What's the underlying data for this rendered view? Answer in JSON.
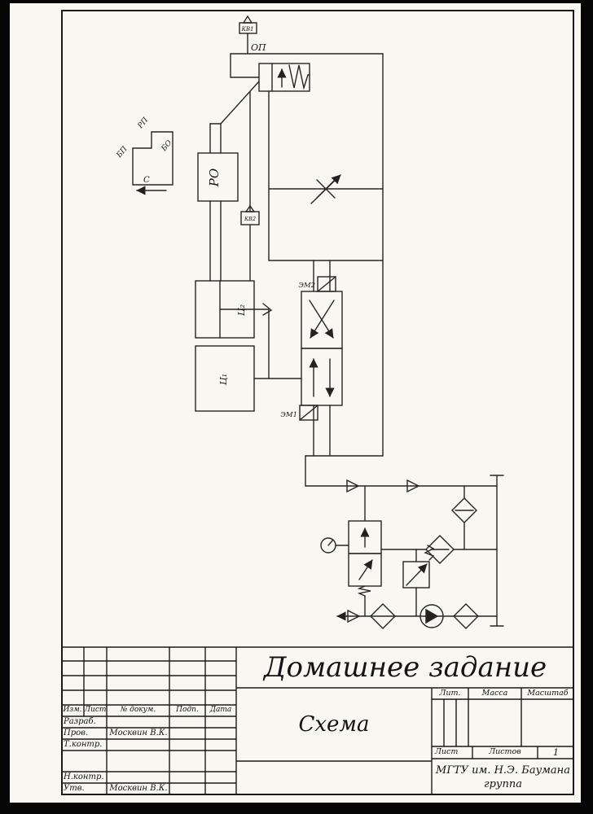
{
  "schematic": {
    "labels": {
      "kv1": "КВ1",
      "op": "ОП",
      "ro": "РО",
      "kv2": "КВ2",
      "c2": "Ц₂",
      "c1": "Ц₁",
      "em2": "ЭМ2",
      "em1": "ЭМ1",
      "bp": "БП",
      "rp": "РП",
      "bo": "БО",
      "s": "С"
    }
  },
  "title_block": {
    "title": "Домашнее задание",
    "doc_name": "Схема",
    "columns": {
      "izm": "Изм.",
      "list": "Лист",
      "doc": "№ докум.",
      "podp": "Подп.",
      "data": "Дата"
    },
    "rows": [
      {
        "role": "Разраб.",
        "name": ""
      },
      {
        "role": "Пров.",
        "name": "Москвин В.К."
      },
      {
        "role": "Т.контр.",
        "name": ""
      },
      {
        "role": "Н.контр.",
        "name": ""
      },
      {
        "role": "Утв.",
        "name": "Москвин В.К."
      }
    ],
    "lit": "Лит.",
    "mass": "Масса",
    "scale": "Масштаб",
    "sheet": "Лист",
    "sheets": "Листов",
    "sheets_value": "1",
    "org_line1": "МГТУ им. Н.Э. Баумана",
    "org_line2": "группа"
  },
  "colors": {
    "ink": "#222222",
    "paper": "#f8f7f2",
    "scan_border": "#060606"
  }
}
